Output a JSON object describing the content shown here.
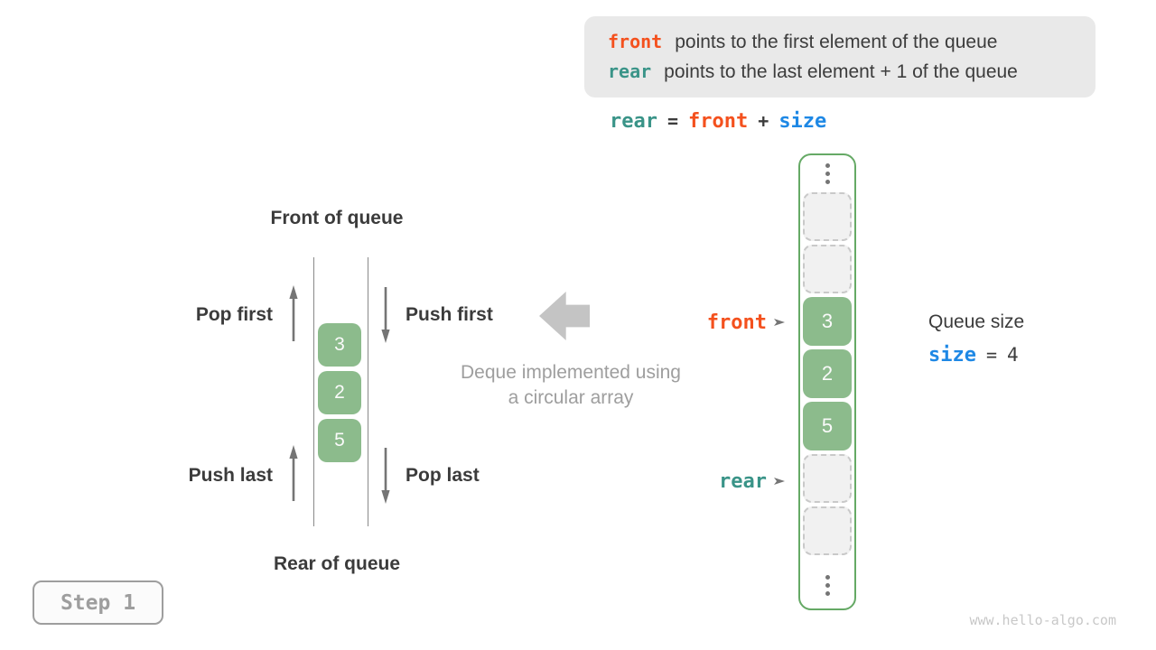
{
  "info_box": {
    "lines": [
      {
        "code": "front",
        "text": "points to the first element of the queue"
      },
      {
        "code": "rear",
        "text": "points to the last element + 1 of the queue"
      }
    ]
  },
  "equation": {
    "lhs": "rear",
    "eq": "=",
    "op1": "front",
    "plus": "+",
    "op2": "size"
  },
  "left_diagram": {
    "front_label": "Front of queue",
    "rear_label": "Rear of queue",
    "pop_first": "Pop first",
    "push_first": "Push first",
    "push_last": "Push last",
    "pop_last": "Pop last",
    "stack_values": [
      "3",
      "2",
      "5"
    ]
  },
  "caption": {
    "line1": "Deque implemented using",
    "line2": "a circular array"
  },
  "array_panel": {
    "cells": [
      {
        "state": "empty",
        "value": ""
      },
      {
        "state": "empty",
        "value": ""
      },
      {
        "state": "filled",
        "value": "3"
      },
      {
        "state": "filled",
        "value": "2"
      },
      {
        "state": "filled",
        "value": "5"
      },
      {
        "state": "empty",
        "value": ""
      },
      {
        "state": "empty",
        "value": ""
      }
    ],
    "front_pointer": "front",
    "rear_pointer": "rear"
  },
  "queue_size": {
    "label": "Queue size",
    "code": "size",
    "equals": "=",
    "value": "4"
  },
  "step_badge": "Step 1",
  "watermark": "www.hello-algo.com",
  "colors": {
    "front_orange": "#f4511e",
    "rear_teal": "#3a9488",
    "size_blue": "#1e88e5",
    "cell_green": "#8cbb8c",
    "frame_green": "#65a965",
    "info_box_gray": "#e9e9e9",
    "muted_gray": "#9e9e9e",
    "dark_text": "#3c3c3c"
  }
}
